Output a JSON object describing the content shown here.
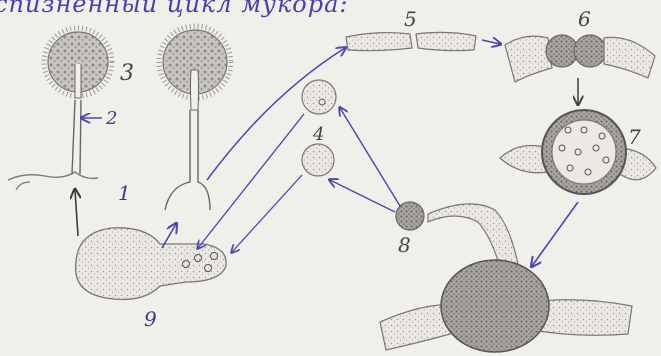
{
  "header": {
    "title": "спизненный цикл мукора:"
  },
  "labels": {
    "l1": "1",
    "l2": "2",
    "l3": "3",
    "l4": "4",
    "l5": "5",
    "l6": "6",
    "l7": "7",
    "l8": "8",
    "l9": "9"
  },
  "colors": {
    "paper": "#f1efea",
    "pencil": "#5a5a5a",
    "pencil_light": "#8a8a8a",
    "ink_blue": "#4b45b6"
  }
}
